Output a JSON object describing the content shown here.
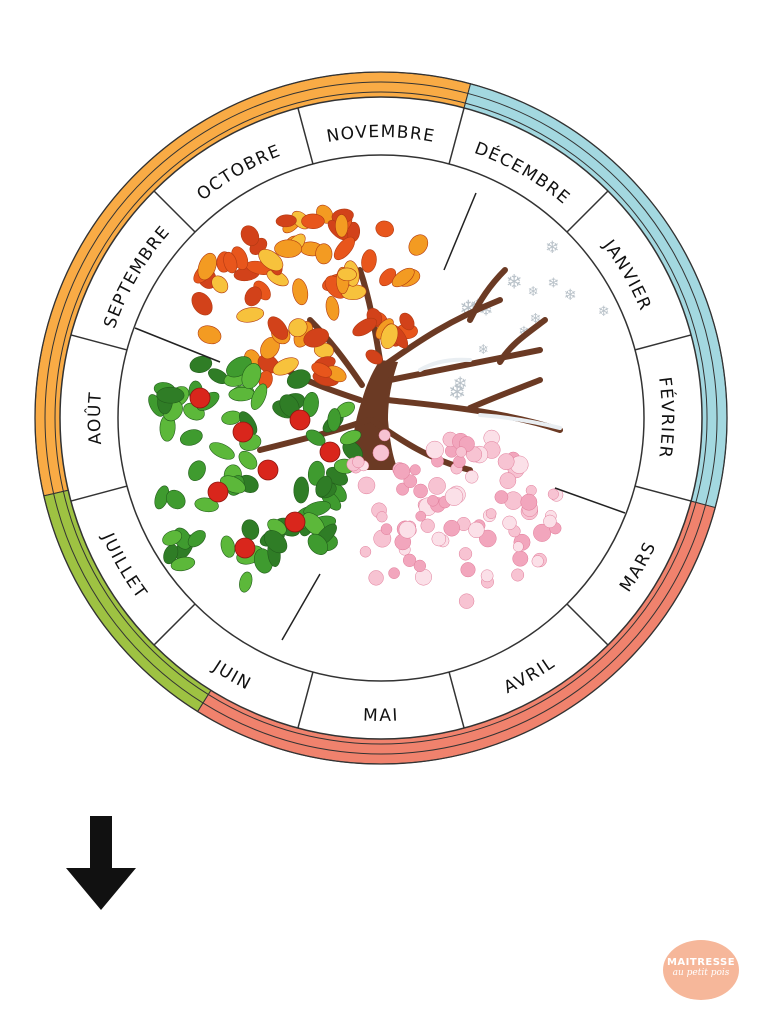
{
  "months": [
    {
      "label": "NOVEMBRE"
    },
    {
      "label": "DÉCEMBRE"
    },
    {
      "label": "JANVIER"
    },
    {
      "label": "FÉVRIER"
    },
    {
      "label": "MARS"
    },
    {
      "label": "AVRIL"
    },
    {
      "label": "MAI"
    },
    {
      "label": "JUIN"
    },
    {
      "label": "JUILLET"
    },
    {
      "label": "AOÛT"
    },
    {
      "label": "SEPTEMBRE"
    },
    {
      "label": "OCTOBRE"
    }
  ],
  "seasons": [
    {
      "name": "autumn",
      "color": "#f9ab45"
    },
    {
      "name": "winter",
      "color": "#a3d8e0"
    },
    {
      "name": "spring",
      "color": "#f0826d"
    },
    {
      "name": "summer",
      "color": "#9ec242"
    }
  ],
  "tree_colors": {
    "trunk": "#6b3a24",
    "autumn_leaves": [
      "#e8561c",
      "#f39b22",
      "#d2421a",
      "#f7c23c"
    ],
    "summer_leaves": [
      "#3f9b2f",
      "#5cb83a",
      "#2f7d26"
    ],
    "apples": "#d9261c",
    "blossom": [
      "#f7c3d2",
      "#f2a6bd",
      "#fbe0e8"
    ],
    "snow": "#e9eef2"
  },
  "logo": {
    "line1": "MAITRESSE",
    "line2": "au petit pois"
  }
}
